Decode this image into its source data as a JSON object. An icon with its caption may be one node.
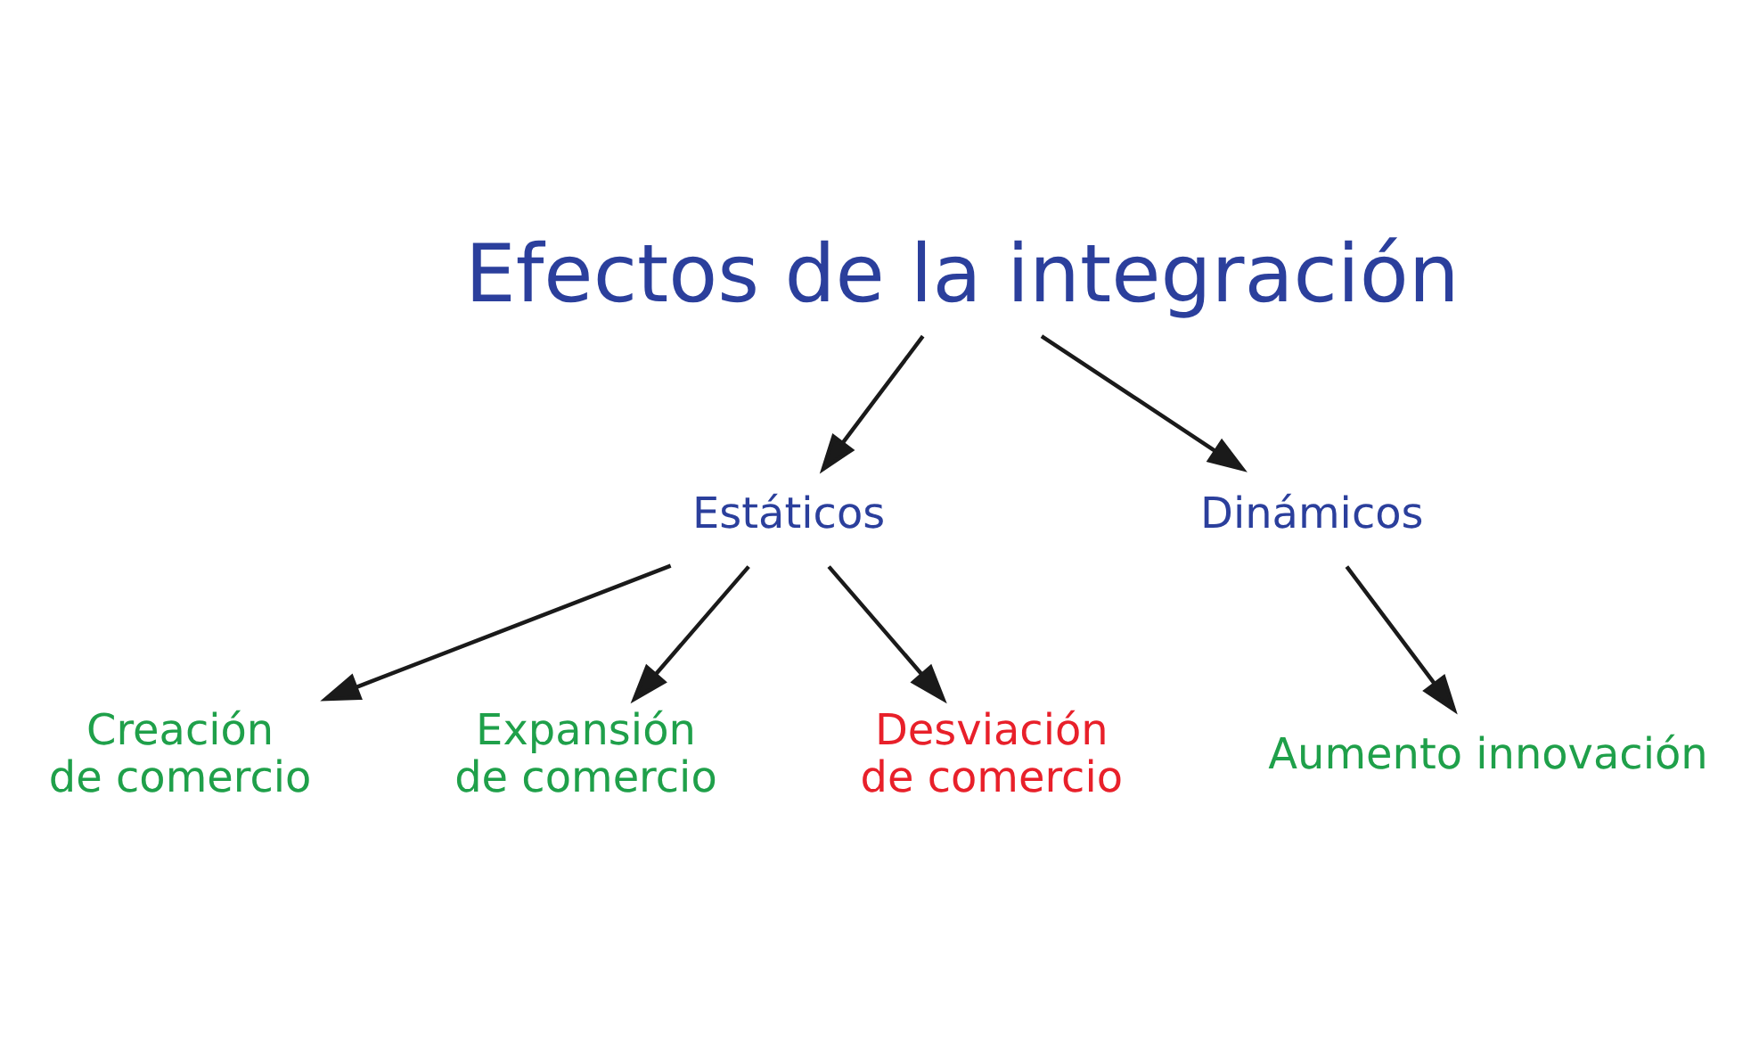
{
  "diagram": {
    "nodes": [
      {
        "text": [
          "Efectos de la integración"
        ]
      },
      {
        "text": [
          "Estáticos"
        ]
      },
      {
        "text": [
          "Dinámicos"
        ]
      },
      {
        "text": [
          "Creación de comercio"
        ]
      },
      {
        "text": [
          "Expansión de comercio"
        ]
      },
      {
        "text": [
          "Desviación de comercio"
        ]
      },
      {
        "text": [
          "Aumento innovación"
        ]
      }
    ],
    "edges": [
      {
        "from": 0,
        "to": 1,
        "arrow": "to"
      },
      {
        "from": 0,
        "to": 2,
        "arrow": "to"
      },
      {
        "from": 1,
        "to": 3,
        "arrow": "to"
      },
      {
        "from": 1,
        "to": 4,
        "arrow": "to"
      },
      {
        "from": 1,
        "to": 5,
        "arrow": "to"
      },
      {
        "from": 2,
        "to": 6,
        "arrow": "to"
      }
    ]
  }
}
